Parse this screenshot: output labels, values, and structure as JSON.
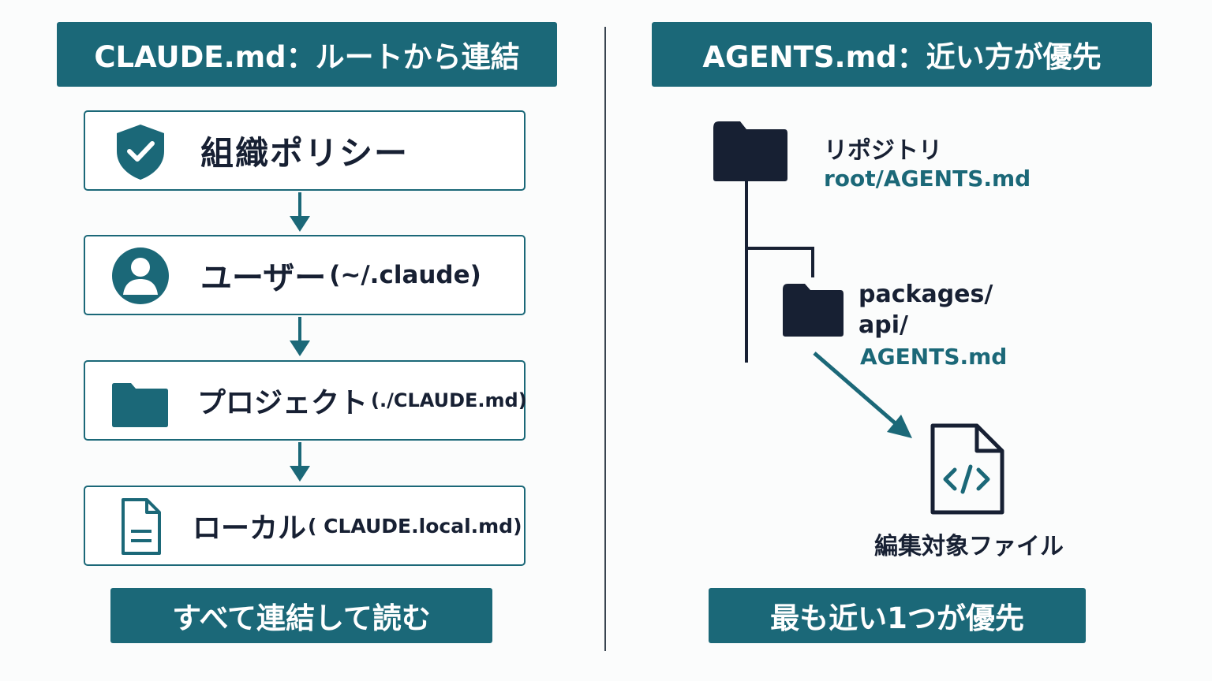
{
  "left": {
    "header": "CLAUDE.md：ルートから連結",
    "levels": [
      {
        "main": "組織ポリシー",
        "sub": "",
        "icon": "shield-check-icon"
      },
      {
        "main": "ユーザー",
        "sub": "(~/.claude)",
        "icon": "user-icon"
      },
      {
        "main": "プロジェクト",
        "sub": "(./CLAUDE.md)",
        "icon": "folder-icon"
      },
      {
        "main": "ローカル",
        "sub": "( CLAUDE.local.md)",
        "icon": "document-icon"
      }
    ],
    "footer": "すべて連結して読む"
  },
  "right": {
    "header": "AGENTS.md：近い方が優先",
    "repo": {
      "label": "リポジトリ",
      "path": "root/AGENTS.md",
      "icon": "folder-icon"
    },
    "subfolder": {
      "line1": "packages/",
      "line2": "api/",
      "file": "AGENTS.md",
      "icon": "folder-icon"
    },
    "target": {
      "label": "編集対象ファイル",
      "icon": "code-file-icon"
    },
    "footer": "最も近い1つが優先"
  },
  "colors": {
    "accent": "#1b6878",
    "dark": "#172033",
    "background": "#fbfcfc"
  }
}
